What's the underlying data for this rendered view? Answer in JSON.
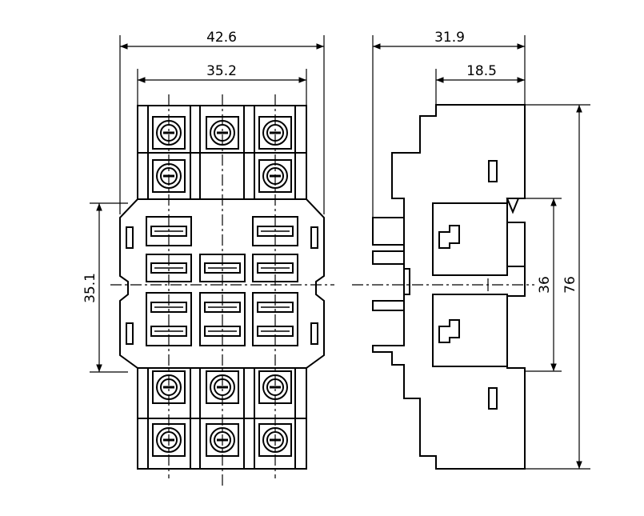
{
  "front_view": {
    "overall_width": "42.6",
    "terminal_pitch_width": "35.2",
    "mounting_height": "35.1"
  },
  "side_view": {
    "overall_depth": "31.9",
    "rail_depth": "18.5",
    "rail_height": "36",
    "overall_height": "76"
  },
  "colors": {
    "line": "#000000",
    "background": "#ffffff"
  }
}
